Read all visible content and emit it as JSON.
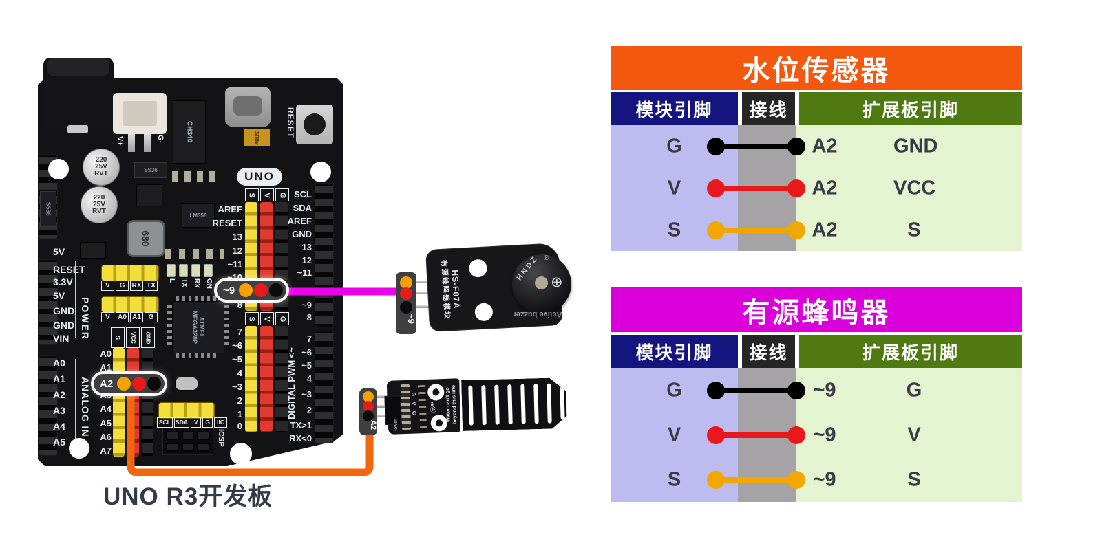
{
  "caption": "UNO R3开发板",
  "board": {
    "badge": "UNO",
    "reset": "RESET",
    "capacitor": [
      "220",
      "25V",
      "RVT"
    ],
    "jst_plus": "V+",
    "jst_minus": "G-",
    "usb_chip": "CH340",
    "fuse": "500x",
    "diode": "SS36",
    "inductor": "680",
    "opamp": "LM358",
    "mcu_brand": "ATMEL",
    "mcu_model": "MEGA328P",
    "led_labels": [
      "L",
      "TX",
      "RX",
      "ON"
    ],
    "power_label": "POWER",
    "power_pins": [
      "5V",
      "RESET",
      "3.3V",
      "5V",
      "GND",
      "GND",
      "VIN"
    ],
    "analog_label": "ANALOG IN",
    "analog_pins": [
      "A0",
      "A1",
      "A2",
      "A3",
      "A4",
      "A5"
    ],
    "uart_labels": [
      "V",
      "G",
      "RX",
      "TX"
    ],
    "adc_labels": [
      "V",
      "A0",
      "A1",
      "G"
    ],
    "sensor_cols": [
      "S",
      "VCC",
      "GND"
    ],
    "analog_rows": [
      "A0",
      "A1",
      "A2",
      "A3",
      "A4",
      "A5",
      "A6",
      "A7"
    ],
    "iic_labels": [
      "SCL",
      "SDA",
      "V",
      "G",
      "IIC"
    ],
    "icsp_label": "ICSP",
    "svg_headers": [
      "S",
      "V",
      "G"
    ],
    "digital_inner_top": [
      "AREF",
      "RESET",
      "13",
      "12",
      "~11",
      "~10",
      "8"
    ],
    "digital_inner_bottom": [
      "7",
      "~6",
      "~5",
      "4",
      "~3",
      "2",
      "1",
      "0"
    ],
    "digital_outer": [
      "SCL",
      "SDA",
      "AREF",
      "GND",
      "13",
      "12",
      "~11",
      "~9",
      "8",
      "7",
      "~6",
      "~5",
      "4",
      "~3",
      "2",
      "TX>1",
      "RX<0"
    ],
    "pwm_label": "DIGITAL PWM <~"
  },
  "callouts": {
    "analog_pin": "A2",
    "digital_pin": "~9"
  },
  "buzzer": {
    "model": "HS-F07A",
    "name": "有源蜂鸣器模块",
    "brand": "HNDZ",
    "reg_mark": "®",
    "screw_mark": "⊕",
    "caption": "Active buzzer",
    "connector_label": "~9"
  },
  "water_sensor": {
    "pin_labels": "S V G",
    "power_label": "Power",
    "wave_mark": "≋Ⓐ",
    "warning_line1": "Water can't go",
    "warning_line2": "beyond this line",
    "connector_label": "A2"
  },
  "tables": [
    {
      "title": "水位传感器",
      "columns": [
        "模块引脚",
        "接线",
        "扩展板引脚"
      ],
      "rows": [
        {
          "module_pin": "G",
          "wire": "black",
          "board_pin": "A2",
          "board_pin_name": "GND"
        },
        {
          "module_pin": "V",
          "wire": "red",
          "board_pin": "A2",
          "board_pin_name": "VCC"
        },
        {
          "module_pin": "S",
          "wire": "yellow",
          "board_pin": "A2",
          "board_pin_name": "S"
        }
      ]
    },
    {
      "title": "有源蜂鸣器",
      "columns": [
        "模块引脚",
        "接线",
        "扩展板引脚"
      ],
      "rows": [
        {
          "module_pin": "G",
          "wire": "black",
          "board_pin": "~9",
          "board_pin_name": "G"
        },
        {
          "module_pin": "V",
          "wire": "red",
          "board_pin": "~9",
          "board_pin_name": "V"
        },
        {
          "module_pin": "S",
          "wire": "yellow",
          "board_pin": "~9",
          "board_pin_name": "S"
        }
      ]
    }
  ],
  "colors": {
    "table1_header": "#F4570E",
    "table2_header": "#DB00DB",
    "module_col": "#15157F",
    "wire_col": "#262626",
    "board_col": "#4F7A12",
    "module_body": "#BDBBF0",
    "wire_body": "#A5A3A5",
    "board_body": "#E4F3D0",
    "wire_black": "#000000",
    "wire_red": "#E8191C",
    "wire_yellow": "#F0A800",
    "wire_orange": "#F2660D",
    "wire_magenta": "#EB00EB"
  }
}
